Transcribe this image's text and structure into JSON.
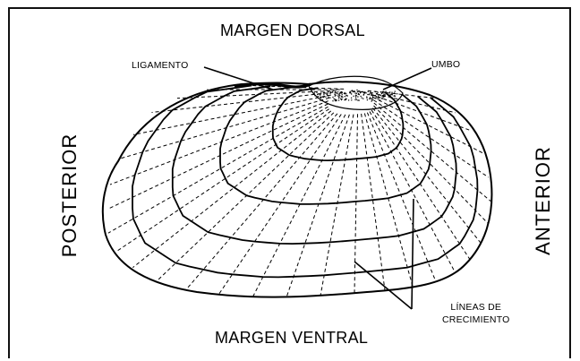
{
  "labels": {
    "dorsal_margin": "MARGEN DORSAL",
    "ventral_margin": "MARGEN VENTRAL",
    "posterior": "POSTERIOR",
    "anterior": "ANTERIOR",
    "ligament": "LIGAMENTO",
    "umbo": "UMBO",
    "growth_lines_line1": "LÍNEAS DE",
    "growth_lines_line2": "CRECIMIENTO"
  },
  "colors": {
    "ink": "#000000",
    "background": "#ffffff"
  }
}
